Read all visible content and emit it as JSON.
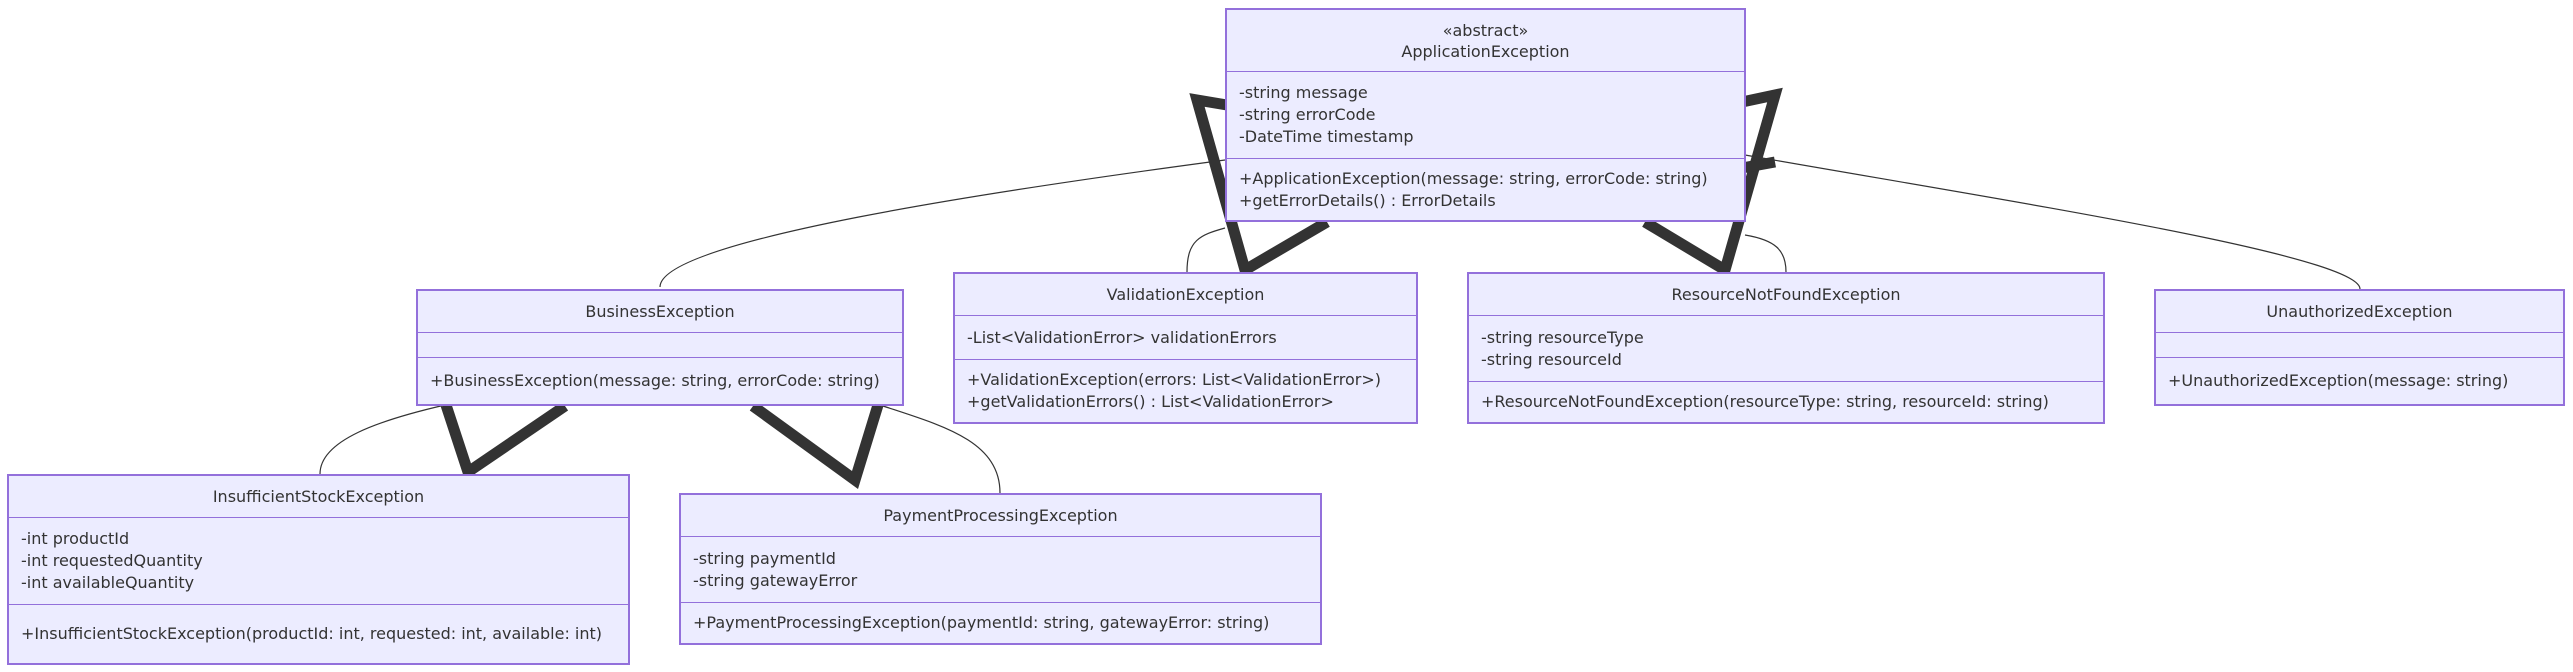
{
  "colors": {
    "box_fill": "#ECECFF",
    "box_border": "#9370DB",
    "edge": "#333333",
    "text": "#333333"
  },
  "classes": {
    "application_exception": {
      "stereotype": "«abstract»",
      "name": "ApplicationException",
      "attributes": [
        "-string message",
        "-string errorCode",
        "-DateTime timestamp"
      ],
      "methods": [
        "+ApplicationException(message: string, errorCode: string)",
        "+getErrorDetails() : ErrorDetails"
      ]
    },
    "business_exception": {
      "name": "BusinessException",
      "attributes": [],
      "methods": [
        "+BusinessException(message: string, errorCode: string)"
      ]
    },
    "validation_exception": {
      "name": "ValidationException",
      "attributes": [
        "-List<ValidationError> validationErrors"
      ],
      "methods": [
        "+ValidationException(errors: List<ValidationError>)",
        "+getValidationErrors() : List<ValidationError>"
      ]
    },
    "resource_not_found_exception": {
      "name": "ResourceNotFoundException",
      "attributes": [
        "-string resourceType",
        "-string resourceId"
      ],
      "methods": [
        "+ResourceNotFoundException(resourceType: string, resourceId: string)"
      ]
    },
    "unauthorized_exception": {
      "name": "UnauthorizedException",
      "attributes": [],
      "methods": [
        "+UnauthorizedException(message: string)"
      ]
    },
    "insufficient_stock_exception": {
      "name": "InsufficientStockException",
      "attributes": [
        "-int productId",
        "-int requestedQuantity",
        "-int availableQuantity"
      ],
      "methods": [
        "+InsufficientStockException(productId: int, requested: int, available: int)"
      ]
    },
    "payment_processing_exception": {
      "name": "PaymentProcessingException",
      "attributes": [
        "-string paymentId",
        "-string gatewayError"
      ],
      "methods": [
        "+PaymentProcessingException(paymentId: string, gatewayError: string)"
      ]
    }
  }
}
